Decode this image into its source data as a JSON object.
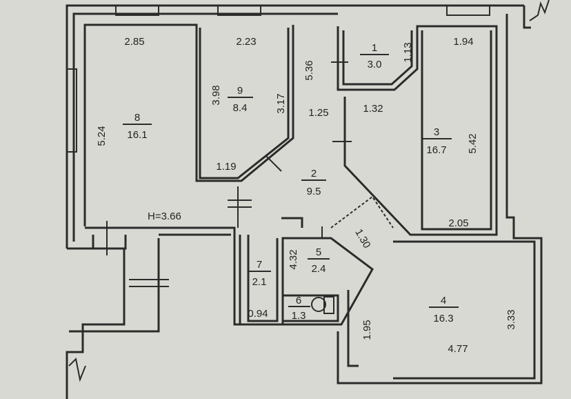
{
  "rooms": {
    "r1": {
      "number": "1",
      "area": "3.0"
    },
    "r2": {
      "number": "2",
      "area": "9.5"
    },
    "r3": {
      "number": "3",
      "area": "16.7"
    },
    "r4": {
      "number": "4",
      "area": "16.3"
    },
    "r5": {
      "number": "5",
      "area": "2.4"
    },
    "r6": {
      "number": "6",
      "area": "1.3"
    },
    "r7": {
      "number": "7",
      "area": "2.1"
    },
    "r8": {
      "number": "8",
      "area": "16.1"
    },
    "r9": {
      "number": "9",
      "area": "8.4"
    }
  },
  "dimensions": {
    "d285": "2.85",
    "d223": "2.23",
    "d113": "1.13",
    "d194": "1.94",
    "d536": "5.36",
    "d398": "3.98",
    "d317": "3.17",
    "d524": "5.24",
    "d125": "1.25",
    "d132": "1.32",
    "d542": "5.42",
    "d119": "1.19",
    "d205": "2.05",
    "d130": "1.30",
    "d432": "4.32",
    "d094": "0.94",
    "d195": "1.95",
    "d333": "3.33",
    "d477": "4.77"
  },
  "ceiling_height": "H=3.66"
}
